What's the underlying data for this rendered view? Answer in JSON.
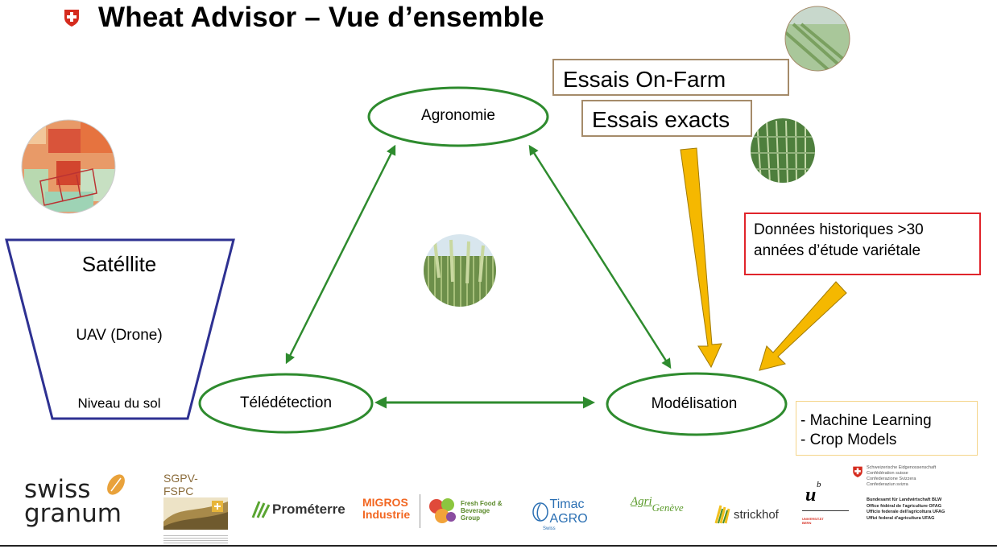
{
  "header": {
    "title": "Wheat Advisor – Vue d’ensemble",
    "flag_icon": "swiss-flag-shield-icon",
    "flag_color": "#d52b1e"
  },
  "diagram": {
    "nodes": {
      "agronomie": "Agronomie",
      "teledetection": "Télédétection",
      "modelisation": "Modélisation"
    },
    "node_stroke": "#2e8b2e",
    "arrow_color": "#2e8b2e",
    "input_arrow_color": "#f5b800"
  },
  "sensor_funnel": {
    "top": "Satéllite",
    "middle": "UAV (Drone)",
    "bottom": "Niveau du sol",
    "color": "#2e3192"
  },
  "trials": {
    "onfarm": "Essais On-Farm",
    "exacts": "Essais exacts"
  },
  "historic": {
    "line1": "Données historiques >30",
    "line2": "années d’étude variétale"
  },
  "methods": {
    "line1": "- Machine Learning",
    "line2": "- Crop Models"
  },
  "logos": {
    "swissgranum": {
      "line1": "swiss",
      "line2": "granum"
    },
    "sgpv": {
      "name": "SGPV-FSPC"
    },
    "prometerre": {
      "name": "Prométerre"
    },
    "migros": {
      "line1": "MIGROS",
      "line2": "Industrie"
    },
    "freshfood": {
      "line1": "Fresh Food &",
      "line2": "Beverage",
      "line3": "Group"
    },
    "timac": {
      "name": "Timac AGRO",
      "sub": "Swiss"
    },
    "agrigeneve": {
      "part1": "Agri",
      "part2": "Genève"
    },
    "strickhof": {
      "name": "strickhof"
    },
    "confederation": {
      "l1": "Schweizerische Eidgenossenschaft",
      "l2": "Confédération suisse",
      "l3": "Confederazione Svizzera",
      "l4": "Confederaziun svizra"
    },
    "blw": {
      "l1": "Bundesamt für Landwirtschaft BLW",
      "l2": "Office fédéral de l'agriculture OFAG",
      "l3": "Ufficio federale dell'agricoltura UFAG",
      "l4": "Uffizi federal d'agricultura UFAG"
    },
    "unibe": {
      "mark": "u",
      "sup": "b",
      "line1": "UNIVERSITÄT",
      "line2": "BERN"
    }
  }
}
